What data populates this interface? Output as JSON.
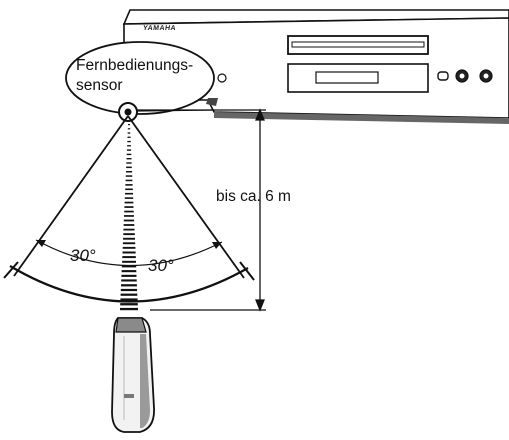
{
  "device": {
    "brand_label": "YAMAHA"
  },
  "sensor": {
    "label_line1": "Fernbedienungs-",
    "label_line2": "sensor"
  },
  "range": {
    "distance_label": "bis ca. 6 m",
    "angle_left_label": "30°",
    "angle_right_label": "30°"
  },
  "colors": {
    "line": "#111111",
    "player_face": "#ffffff",
    "remote_body": "#f2f2f2",
    "shadow": "#7a7a7a"
  }
}
